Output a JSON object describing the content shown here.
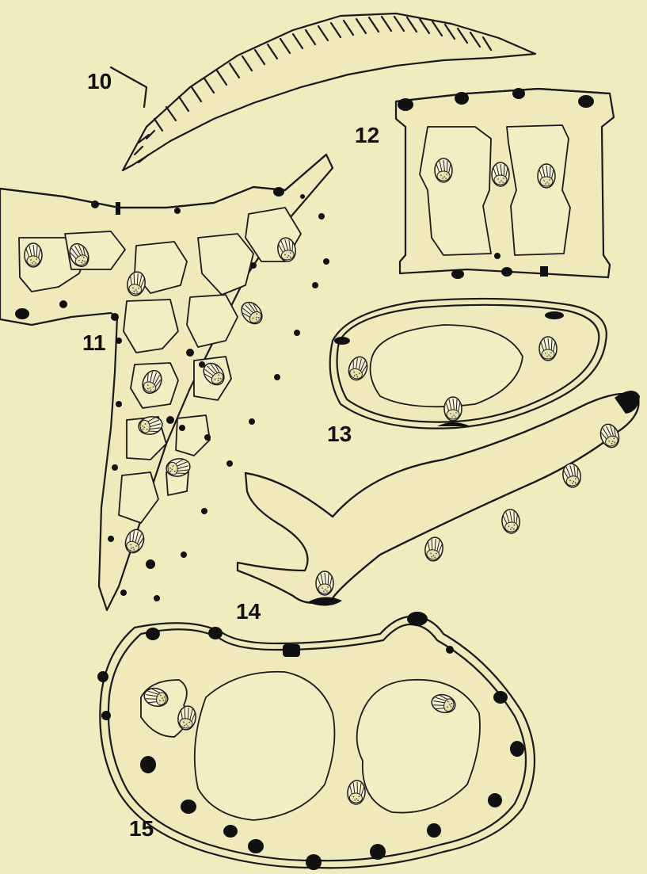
{
  "plate": {
    "figure_labels": [
      "10",
      "11",
      "12",
      "13",
      "14",
      "15"
    ]
  },
  "colors": {
    "background": "#f1ecbf",
    "ink": "#1a1a1a"
  }
}
